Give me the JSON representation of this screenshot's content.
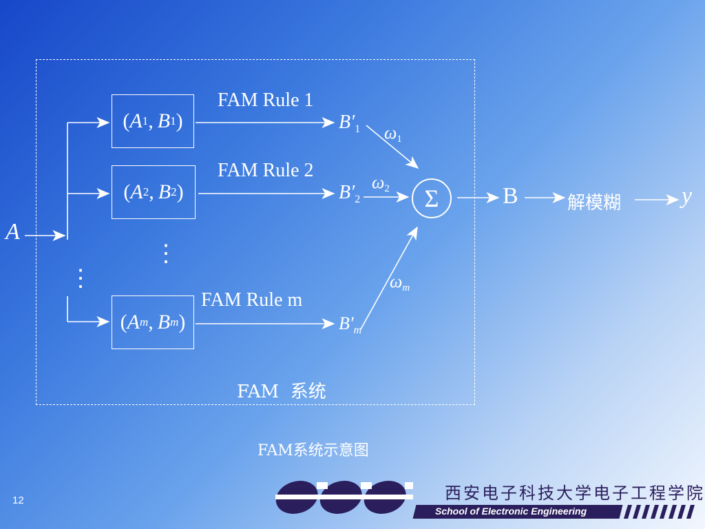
{
  "diagram": {
    "input_label": "A",
    "rules": [
      {
        "name": "FAM Rule 1",
        "pair_a": "A",
        "pair_a_sub": "1",
        "pair_b": "B",
        "pair_b_sub": "1",
        "out": "B′",
        "out_sub": "1",
        "weight": "ω",
        "weight_sub": "1"
      },
      {
        "name": "FAM Rule 2",
        "pair_a": "A",
        "pair_a_sub": "2",
        "pair_b": "B",
        "pair_b_sub": "2",
        "out": "B′",
        "out_sub": "2",
        "weight": "ω",
        "weight_sub": "2"
      },
      {
        "name": "FAM Rule m",
        "pair_a": "A",
        "pair_a_sub": "m",
        "pair_b": "B",
        "pair_b_sub": "m",
        "out": "B′",
        "out_sub": "m",
        "weight": "ω",
        "weight_sub": "m"
      }
    ],
    "sum_symbol": "Σ",
    "output_label": "B",
    "defuzz_label": "解模糊",
    "final_output": "y",
    "system_label": "FAM  系统",
    "ellipsis": "⋮"
  },
  "caption": "FAM系统示意图",
  "page_number": "12",
  "institution": {
    "name_cn": "西安电子科技大学电子工程学院",
    "name_en": "School of Electronic Engineering"
  },
  "colors": {
    "logo": "#2a1e5c",
    "line": "#ffffff"
  }
}
